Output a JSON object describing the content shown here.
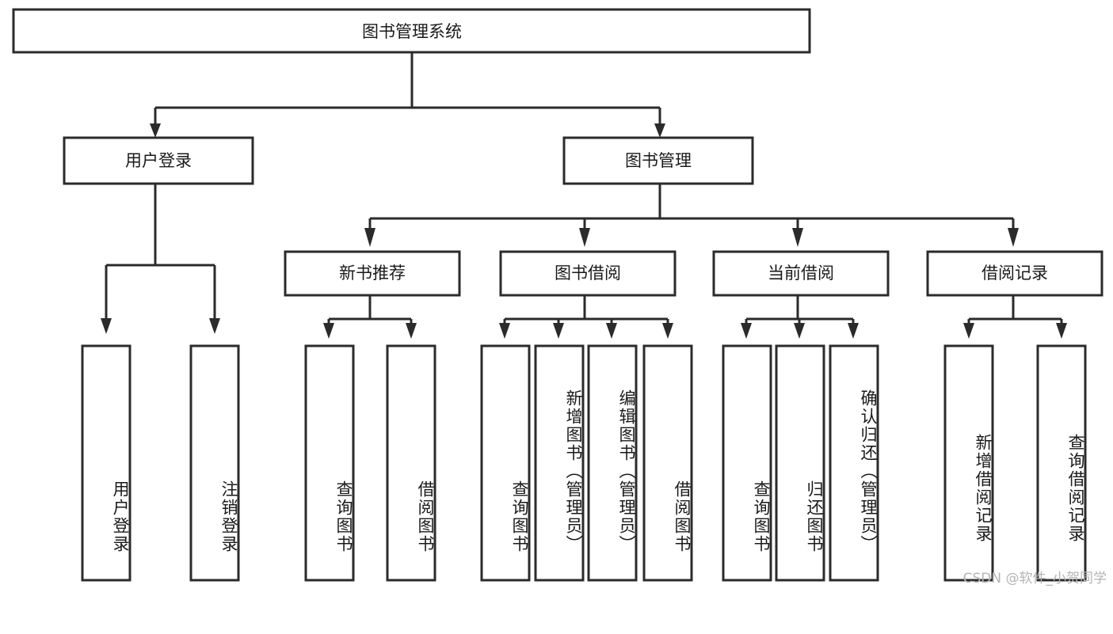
{
  "diagram": {
    "title": "图书管理系统",
    "watermark": "CSDN @软件_小贺同学",
    "type": "tree-hierarchy-diagram",
    "root": {
      "label": "图书管理系统",
      "children": [
        {
          "label": "用户登录",
          "children": [
            {
              "label": "用户登录"
            },
            {
              "label": "注销登录"
            }
          ]
        },
        {
          "label": "图书管理",
          "children": [
            {
              "label": "新书推荐",
              "children": [
                {
                  "label": "查询图书"
                },
                {
                  "label": "借阅图书"
                }
              ]
            },
            {
              "label": "图书借阅",
              "children": [
                {
                  "label": "查询图书"
                },
                {
                  "label": "新增图书（管理员）"
                },
                {
                  "label": "编辑图书（管理员）"
                },
                {
                  "label": "借阅图书"
                }
              ]
            },
            {
              "label": "当前借阅",
              "children": [
                {
                  "label": "查询图书"
                },
                {
                  "label": "归还图书"
                },
                {
                  "label": "确认归还（管理员）"
                }
              ]
            },
            {
              "label": "借阅记录",
              "children": [
                {
                  "label": "新增借阅记录"
                },
                {
                  "label": "查询借阅记录"
                }
              ]
            }
          ]
        }
      ]
    },
    "nodes": {
      "root": "图书管理系统",
      "l1_user_login": "用户登录",
      "l1_book_mgmt": "图书管理",
      "l2_new_book": "新书推荐",
      "l2_book_borrow": "图书借阅",
      "l2_current_borrow": "当前借阅",
      "l2_borrow_record": "借阅记录",
      "leaf_user_login": "用户登录",
      "leaf_logout": "注销登录",
      "leaf_nb_query": "查询图书",
      "leaf_nb_borrow": "借阅图书",
      "leaf_bb_query": "查询图书",
      "leaf_bb_add": "新增图书（管理员）",
      "leaf_bb_edit": "编辑图书（管理员）",
      "leaf_bb_borrow": "借阅图书",
      "leaf_cb_query": "查询图书",
      "leaf_cb_return": "归还图书",
      "leaf_cb_confirm": "确认归还（管理员）",
      "leaf_br_add": "新增借阅记录",
      "leaf_br_query": "查询借阅记录"
    },
    "colors": {
      "background": "#ffffff",
      "stroke": "#2b2b2b",
      "fill": "#ffffff",
      "text": "#1a1a1a",
      "watermark": "#b4b4b4"
    }
  }
}
